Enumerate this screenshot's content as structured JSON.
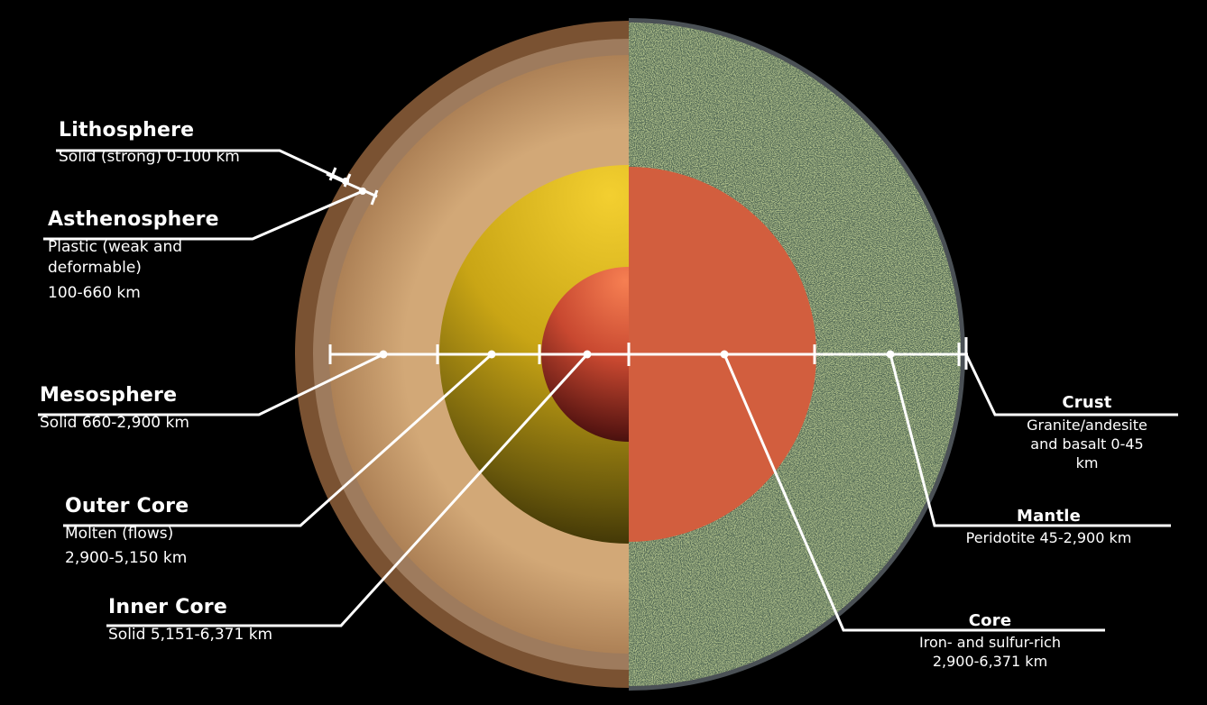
{
  "left_layers": [
    {
      "title": "Lithosphere",
      "lines": [
        "Solid (strong)   0-100 km"
      ]
    },
    {
      "title": "Asthenosphere",
      "lines": [
        "Plastic (weak and",
        "deformable)",
        "100-660 km"
      ]
    },
    {
      "title": "Mesosphere",
      "lines": [
        "Solid    660-2,900 km"
      ]
    },
    {
      "title": "Outer Core",
      "lines": [
        "Molten (flows)",
        "2,900-5,150 km"
      ]
    },
    {
      "title": "Inner Core",
      "lines": [
        "Solid    5,151-6,371 km"
      ]
    }
  ],
  "right_layers": [
    {
      "title": "Crust",
      "lines": [
        "Granite/andesite",
        "and basalt   0-45",
        "km"
      ]
    },
    {
      "title": "Mantle",
      "lines": [
        "Peridotite   45-2,900 km"
      ]
    },
    {
      "title": "Core",
      "lines": [
        "Iron- and sulfur-rich",
        "2,900-6,371 km"
      ]
    }
  ],
  "colors": {
    "background": "#000000",
    "lithosphere": "#7a5232",
    "asthenosphere": "#c49a6c",
    "outer_core": "#c9a515",
    "inner_core": "#e0673f",
    "mantle_texture": "#aabb88",
    "core_composition": "#d25e3e",
    "leader_lines": "#ffffff"
  }
}
